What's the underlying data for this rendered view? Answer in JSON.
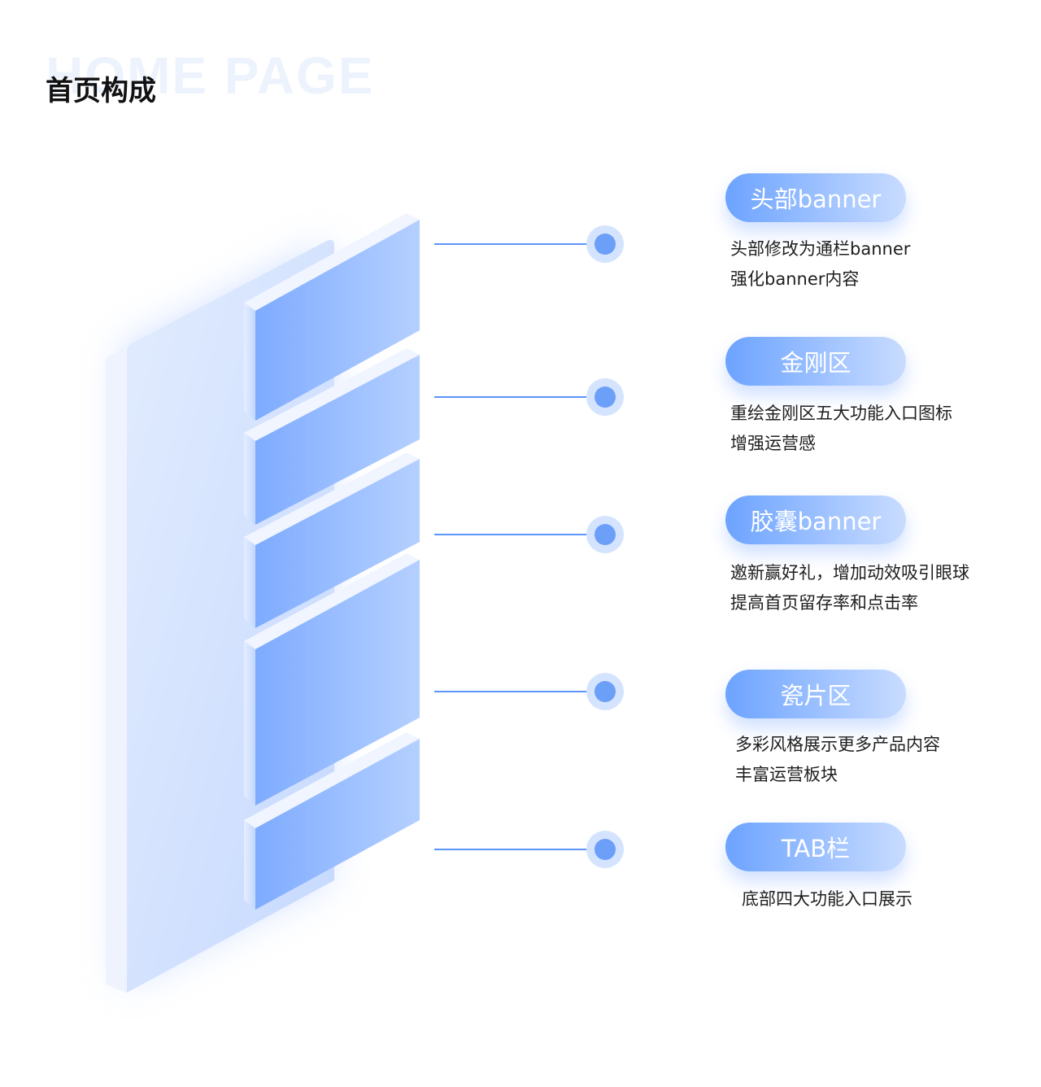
{
  "header": {
    "watermark": "HOME PAGE",
    "title": "首页构成"
  },
  "colors": {
    "accent": "#5b95f9",
    "pill_start": "#6ca3ff",
    "pill_end": "#c9dcff",
    "slab_light": "#eaf1fe",
    "slab_medium": "#cadcfe",
    "card_front": "#9bc0ff"
  },
  "sections": [
    {
      "label": "头部banner",
      "desc_line1": "头部修改为通栏banner",
      "desc_line2": "强化banner内容"
    },
    {
      "label": "金刚区",
      "desc_line1": "重绘金刚区五大功能入口图标",
      "desc_line2": "增强运营感"
    },
    {
      "label": "胶囊banner",
      "desc_line1": "邀新赢好礼，增加动效吸引眼球",
      "desc_line2": "提高首页留存率和点击率"
    },
    {
      "label": "瓷片区",
      "desc_line1": "多彩风格展示更多产品内容",
      "desc_line2": "丰富运营板块"
    },
    {
      "label": "TAB栏",
      "desc_line1": "底部四大功能入口展示"
    }
  ]
}
